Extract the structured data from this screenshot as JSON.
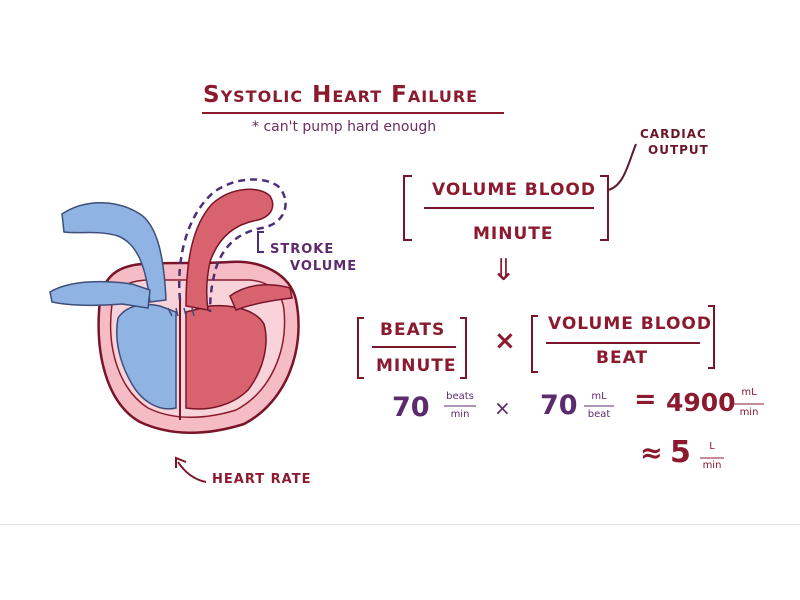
{
  "title": "Systolic Heart Failure",
  "subtitle": "* can't pump hard enough",
  "cardiac_output_label_1": "CARDIAC",
  "cardiac_output_label_2": "OUTPUT",
  "fraction_main": {
    "numerator": "VOLUME BLOOD",
    "denominator": "MINUTE"
  },
  "arrow_glyph": "⇓",
  "fraction_left": {
    "numerator": "BEATS",
    "denominator": "MINUTE"
  },
  "times_sign": "×",
  "fraction_right": {
    "numerator": "VOLUME BLOOD",
    "denominator": "BEAT"
  },
  "calc": {
    "hr_value": "70",
    "hr_unit_num": "beats",
    "hr_unit_den": "min",
    "times": "×",
    "sv_value": "70",
    "sv_unit_num": "mL",
    "sv_unit_den": "beat",
    "equals": "=",
    "result_value": "4900",
    "result_unit_num": "mL",
    "result_unit_den": "min",
    "approx_sign": "≈",
    "approx_value": "5",
    "approx_unit_num": "L",
    "approx_unit_den": "min"
  },
  "stroke_volume_label_1": "STROKE",
  "stroke_volume_label_2": "VOLUME",
  "heart_rate_label": "HEART RATE",
  "colors": {
    "maroon": "#8b1a2f",
    "purple": "#5e2a6e",
    "blue": "#8fb3e3",
    "red": "#d8636f",
    "pink": "#f3b7c0"
  }
}
